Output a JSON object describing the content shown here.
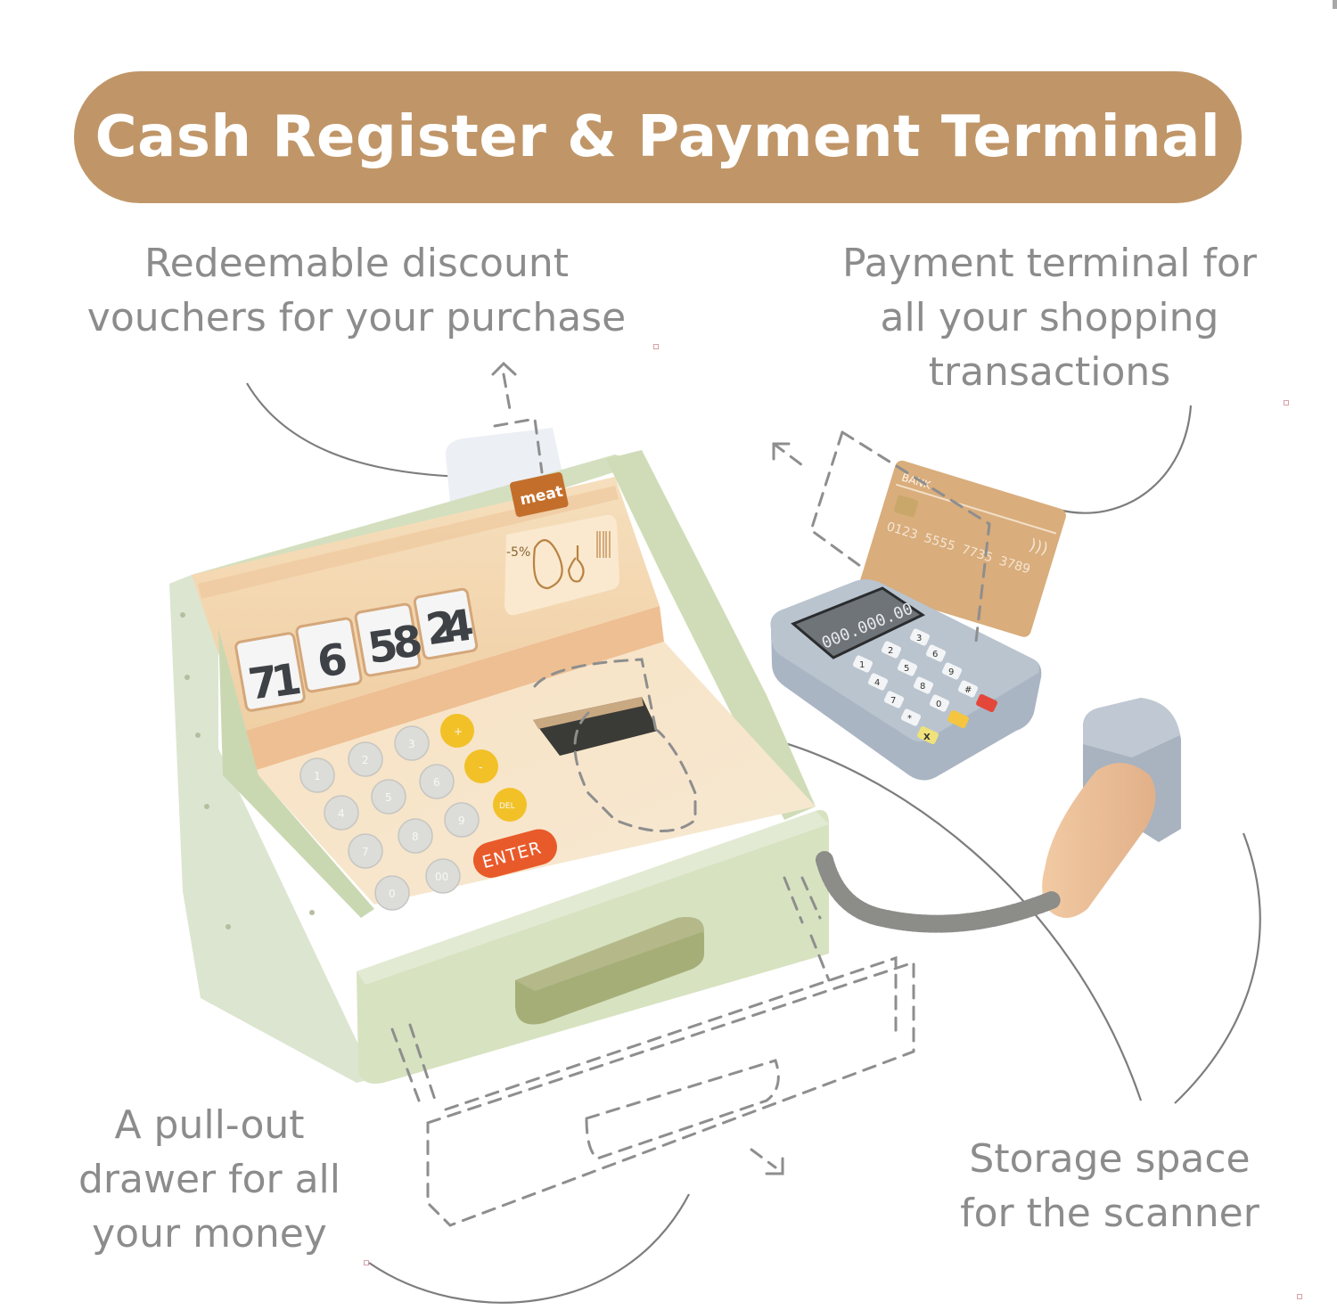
{
  "title": "Cash Register & Payment Terminal",
  "colors": {
    "title_pill": "#c09668",
    "title_text": "#ffffff",
    "callout_text": "#8c8c8c",
    "register_green": "#d9e3c6",
    "register_wood": "#f3d7b2",
    "drawer_handle": "#a3ad79",
    "enter_button": "#ea5d2c",
    "yellow_buttons": "#f2c12a",
    "terminal_grey": "#a9b5c2",
    "card": "#d9ad7c",
    "scanner_wood": "#eec7a1",
    "cord": "#8a8a86",
    "dashed_lines": "#8e8e8e"
  },
  "callouts": {
    "vouchers": {
      "lines": [
        "Redeemable discount",
        "vouchers for your purchase"
      ]
    },
    "terminal": {
      "lines": [
        "Payment terminal for",
        "all your shopping",
        "transactions"
      ]
    },
    "drawer": {
      "lines": [
        "A pull-out",
        "drawer for all",
        "your money"
      ]
    },
    "scanner": {
      "lines": [
        "Storage space",
        "for the scanner"
      ]
    }
  },
  "register": {
    "drum_digits": [
      "7",
      "1",
      "6",
      "5",
      "8",
      "2",
      "4"
    ],
    "voucher_tag": "meat",
    "discount_label": "-5%",
    "keypad": {
      "number_keys": [
        "1",
        "2",
        "3",
        "4",
        "5",
        "6",
        "7",
        "8",
        "9",
        "0",
        "00"
      ],
      "operator_keys": [
        "+",
        "-",
        "DEL"
      ],
      "enter_label": "ENTER"
    }
  },
  "terminal": {
    "display_value": "000.000.00",
    "keys": [
      "1",
      "2",
      "3",
      "4",
      "5",
      "6",
      "7",
      "8",
      "9",
      "*",
      "0",
      "#"
    ],
    "cancel_label": "X",
    "card": {
      "bank_label": "BANK",
      "number_groups": [
        "0123",
        "5555",
        "7735",
        "3789"
      ]
    }
  }
}
